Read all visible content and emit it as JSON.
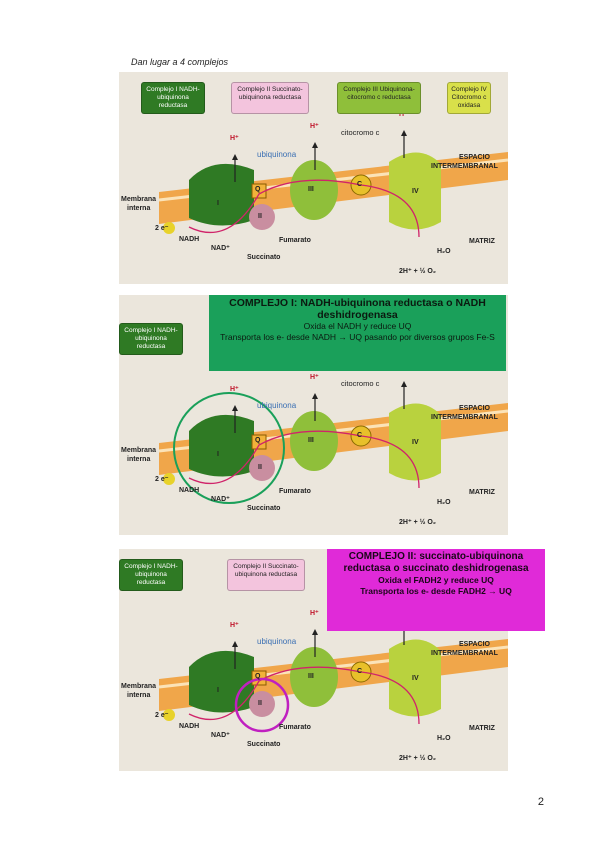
{
  "caption": "Dan lugar a 4 complejos",
  "page_number": "2",
  "complex_boxes": {
    "c1": "Complejo I NADH-ubiquinona reductasa",
    "c2": "Complejo II Succinato-ubiquinona reductasa",
    "c3": "Complejo III Ubiquinona-citocromo c reductasa",
    "c4": "Complejo IV Citocromo c oxidasa"
  },
  "diagram_labels": {
    "h_plus": "H⁺",
    "ubiquinona": "ubiquinona",
    "citocromo": "citocromo c",
    "espacio": "ESPACIO",
    "intermembranal": "INTERMEMBRANAL",
    "membrana": "Membrana",
    "interna": "interna",
    "nadh": "NADH",
    "nad": "NAD⁺",
    "fumarato": "Fumarato",
    "succinato": "Succinato",
    "matriz": "MATRIZ",
    "h2o": "H₂O",
    "o2": "2H⁺ + ½ O₂",
    "two_e": "2 e⁻",
    "roman": [
      "I",
      "II",
      "III",
      "IV"
    ],
    "q": "Q",
    "c": "C"
  },
  "overlay1": {
    "title": "COMPLEJO I: NADH-ubiquinona reductasa o NADH deshidrogenasa",
    "line1": "Oxida el NADH y reduce UQ",
    "line2": "Transporta los e- desde NADH → UQ pasando por diversos grupos Fe-S"
  },
  "overlay2": {
    "title": "COMPLEJO II: succinato-ubiquinona reductasa o succinato deshidrogenasa",
    "line1": "Oxida el FADH2 y reduce UQ",
    "line2": "Transporta los e- desde FADH2 → UQ"
  },
  "colors": {
    "complex1": "#2f7a24",
    "complex2": "#c98ea0",
    "complex3": "#8fbf3a",
    "complex4": "#b9d23e",
    "membrane": "#f0a64a",
    "overlay1": "#1aa05a",
    "overlay2": "#e02ad8"
  }
}
